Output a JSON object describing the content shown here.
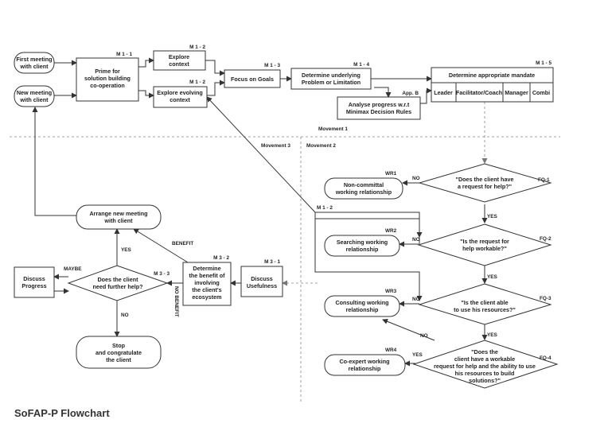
{
  "title": "SoFAP-P Flowchart",
  "nodes": {
    "first_meeting": [
      "First meeting",
      "with client"
    ],
    "new_meeting": [
      "New meeting",
      "with client"
    ],
    "prime": [
      "Prime for",
      "solution building",
      "co-operation"
    ],
    "explore_context": [
      "Explore",
      "context"
    ],
    "explore_evolving": [
      "Explore evolving",
      "context"
    ],
    "focus_goals": [
      "Focus on Goals"
    ],
    "determine_problem": [
      "Determine underlying",
      "Problem or Limitation"
    ],
    "analyse_progress": [
      "Analyse progress  w.r.t",
      "Minimax Decision Rules"
    ],
    "mandate_title": "Determine appropriate mandate",
    "mandate_options": [
      "Leader",
      "Facilitator/Coach",
      "Manager",
      "Combi"
    ],
    "fq1": [
      "\"Does the client have",
      "a request for help?\""
    ],
    "fq2": [
      "\"Is the request for",
      "help workable?\""
    ],
    "fq3": [
      "\"Is the client able",
      "to use his resources?\""
    ],
    "fq4": [
      "\"Does the",
      "client have a workable",
      "request for help and the ability to use",
      "his resources to build",
      "solutions?\""
    ],
    "wr1": [
      "Non-committal",
      "working relationship"
    ],
    "wr2": [
      "Searching working",
      "relationship"
    ],
    "wr3": [
      "Consulting working",
      "relationship"
    ],
    "wr4": [
      "Co-expert working",
      "relationship"
    ],
    "discuss_usefulness": [
      "Discuss",
      "Usefulness"
    ],
    "determine_benefit": [
      "Determine",
      "the benefit of",
      "involving",
      "the client's",
      "ecosystem"
    ],
    "further_help": [
      "Does the client",
      "need further help?"
    ],
    "discuss_progress": [
      "Discuss",
      "Progress"
    ],
    "arrange_meeting": [
      "Arrange new meeting",
      "with client"
    ],
    "stop": [
      "Stop",
      "and congratulate",
      "the client"
    ]
  },
  "codes": {
    "m11": "M 1 - 1",
    "m12a": "M 1 - 2",
    "m12b": "M 1 - 2",
    "m12c": "M 1 - 2",
    "m13": "M 1 - 3",
    "m14": "M 1 - 4",
    "m15": "M 1 - 5",
    "appb": "App. B",
    "m31": "M 3 - 1",
    "m32": "M 3 - 2",
    "m33": "M 3 - 3",
    "fq1": "FQ-1",
    "fq2": "FQ-2",
    "fq3": "FQ-3",
    "fq4": "FQ-4",
    "wr1": "WR1",
    "wr2": "WR2",
    "wr3": "WR3",
    "wr4": "WR4"
  },
  "movements": {
    "m1": "Movement 1",
    "m2": "Movement 2",
    "m3": "Movement 3"
  },
  "edge_labels": {
    "no": "NO",
    "yes": "YES",
    "maybe": "MAYBE",
    "benefit": "BENEFIT",
    "no_benefit": "NO BENEFIT"
  }
}
